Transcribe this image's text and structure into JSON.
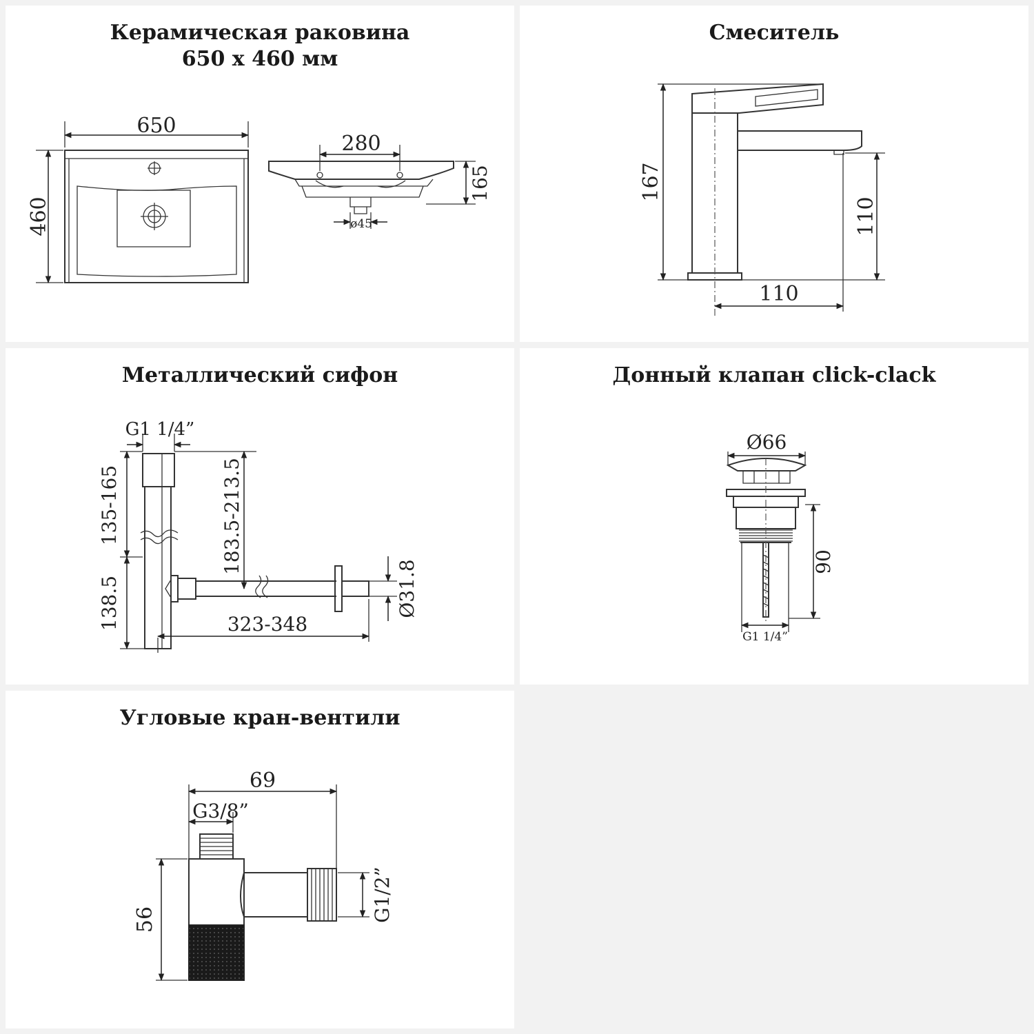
{
  "panels": {
    "sink": {
      "title_line1": "Керамическая раковина",
      "title_line2": "650 х 460 мм",
      "dims": {
        "width": "650",
        "depth": "460",
        "hole_spacing": "280",
        "height": "165",
        "drain": "ø45"
      }
    },
    "mixer": {
      "title": "Смеситель",
      "dims": {
        "height": "167",
        "spout_height": "110",
        "spout_reach": "110"
      }
    },
    "siphon": {
      "title": "Металлический сифон",
      "dims": {
        "thread": "G1 1/4”",
        "upper": "135-165",
        "total": "183.5-213.5",
        "lower": "138.5",
        "length": "323-348",
        "diameter": "Ø31.8"
      }
    },
    "valve": {
      "title": "Донный клапан click-clack",
      "dims": {
        "cap": "Ø66",
        "height": "90",
        "thread": "G1 1/4”"
      }
    },
    "angle_valve": {
      "title": "Угловые кран-вентили",
      "dims": {
        "width": "69",
        "inlet": "G3/8”",
        "height": "56",
        "outlet": "G1/2”"
      }
    }
  }
}
